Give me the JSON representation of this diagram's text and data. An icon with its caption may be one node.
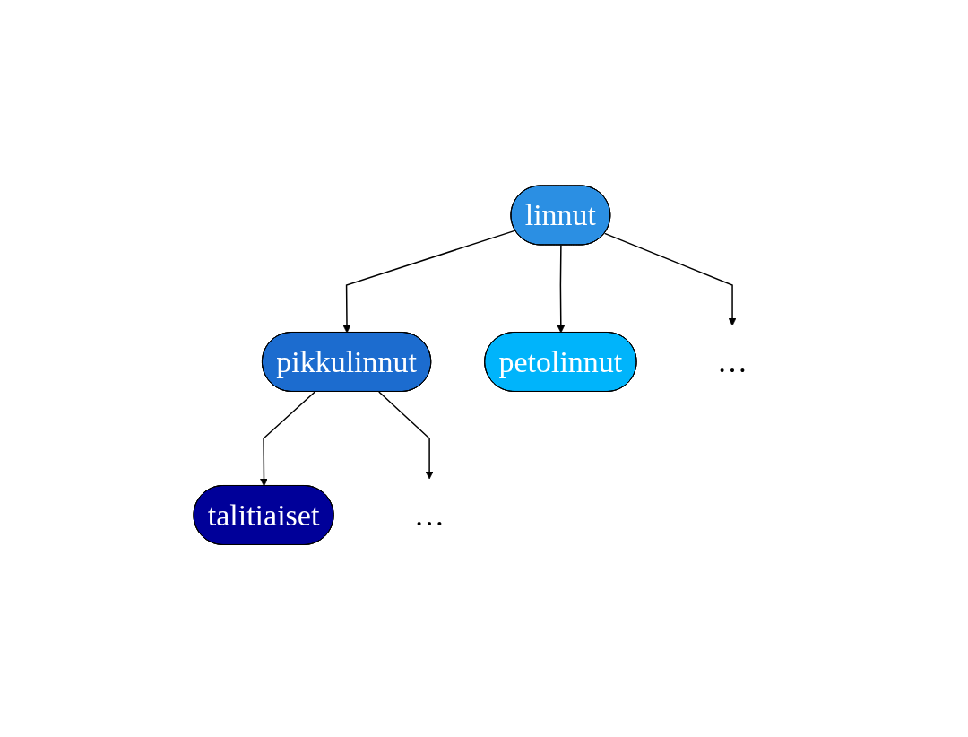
{
  "diagram": {
    "nodes": [
      {
        "text": [
          "linnut"
        ]
      },
      {
        "text": [
          "pikkulinnut"
        ]
      },
      {
        "text": [
          "petolinnut"
        ]
      },
      {
        "text": [
          "…"
        ]
      },
      {
        "text": [
          "talitiaiset"
        ]
      },
      {
        "text": [
          "…"
        ]
      }
    ],
    "edges": [
      {
        "from": 0,
        "to": 1,
        "arrow": "to"
      },
      {
        "from": 0,
        "to": 2,
        "arrow": "to"
      },
      {
        "from": 0,
        "to": 3,
        "arrow": "to"
      },
      {
        "from": 1,
        "to": 4,
        "arrow": "to"
      },
      {
        "from": 1,
        "to": 5,
        "arrow": "to"
      }
    ]
  }
}
